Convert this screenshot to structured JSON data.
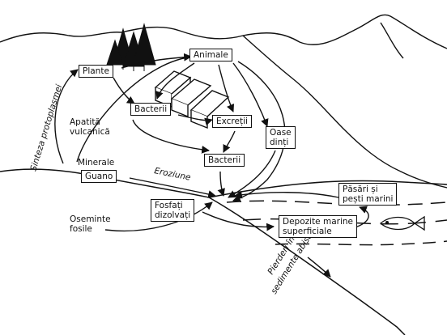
{
  "nodes": {
    "plante": "Plante",
    "animale": "Animale",
    "bacterii_1": "Bacterii",
    "excretii": "Excreții",
    "bacterii_2": "Bacterii",
    "oase_line1": "Oase",
    "oase_line2": "dinți",
    "apatita_line1": "Apatită",
    "apatita_line2": "vulcanică",
    "minerale": "Minerale",
    "guano": "Guano",
    "fosfati_line1": "Fosfați",
    "fosfati_line2": "dizolvați",
    "oseminte_line1": "Oseminte",
    "oseminte_line2": "fosile",
    "pasari_line1": "Păsări și",
    "pasari_line2": "pești marini",
    "depozite_line1": "Depozite marine",
    "depozite_line2": "superficiale"
  },
  "edge_labels": {
    "sinteza": "Sinteza protoplasmei",
    "eroziune": "Eroziune",
    "pierderi_line1": "Pierderi în",
    "pierderi_line2": "sedimente abisale"
  },
  "colors": {
    "ink": "#111111",
    "paper": "#ffffff"
  }
}
